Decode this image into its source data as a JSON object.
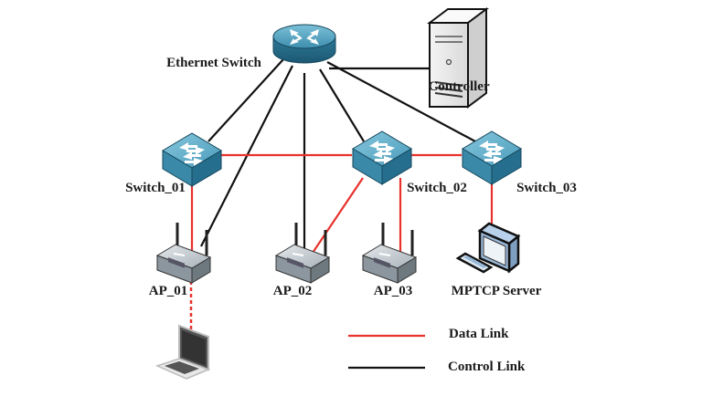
{
  "diagram": {
    "nodes": {
      "ethernet_switch": {
        "label": "Ethernet Switch",
        "icon": "router-icon"
      },
      "controller": {
        "label": "Controller",
        "icon": "server-tower-icon"
      },
      "switch_01": {
        "label": "Switch_01",
        "icon": "switch-icon"
      },
      "switch_02": {
        "label": "Switch_02",
        "icon": "switch-icon"
      },
      "switch_03": {
        "label": "Switch_03",
        "icon": "switch-icon"
      },
      "ap_01": {
        "label": "AP_01",
        "icon": "wireless-access-point-icon"
      },
      "ap_02": {
        "label": "AP_02",
        "icon": "wireless-access-point-icon"
      },
      "ap_03": {
        "label": "AP_03",
        "icon": "wireless-access-point-icon"
      },
      "mptcp_server": {
        "label": "MPTCP Server",
        "icon": "workstation-icon"
      },
      "laptop": {
        "label": "",
        "icon": "laptop-icon"
      }
    },
    "links": [
      {
        "from": "ethernet_switch",
        "to": "controller",
        "type": "control"
      },
      {
        "from": "ethernet_switch",
        "to": "switch_01",
        "type": "control"
      },
      {
        "from": "ethernet_switch",
        "to": "ap_01",
        "type": "control"
      },
      {
        "from": "ethernet_switch",
        "to": "ap_02",
        "type": "control"
      },
      {
        "from": "ethernet_switch",
        "to": "switch_02",
        "type": "control"
      },
      {
        "from": "ethernet_switch",
        "to": "switch_03",
        "type": "control"
      },
      {
        "from": "switch_01",
        "to": "switch_02",
        "type": "data"
      },
      {
        "from": "switch_02",
        "to": "switch_03",
        "type": "data"
      },
      {
        "from": "switch_01",
        "to": "ap_01",
        "type": "data"
      },
      {
        "from": "switch_02",
        "to": "ap_02",
        "type": "data"
      },
      {
        "from": "switch_02",
        "to": "ap_03",
        "type": "data"
      },
      {
        "from": "switch_03",
        "to": "mptcp_server",
        "type": "data"
      },
      {
        "from": "ap_01",
        "to": "laptop",
        "type": "wireless-data"
      }
    ],
    "legend": {
      "data_link": {
        "label": "Data Link",
        "color": "#e8322d"
      },
      "control_link": {
        "label": "Control Link",
        "color": "#111111"
      }
    },
    "colors": {
      "device_blue": "#3f8fae",
      "device_blue_dark": "#1f5f7a",
      "device_blue_light": "#6fb6cf",
      "ap_gray": "#b9c1c8",
      "data_link": "#e8322d",
      "control_link": "#111111"
    }
  }
}
